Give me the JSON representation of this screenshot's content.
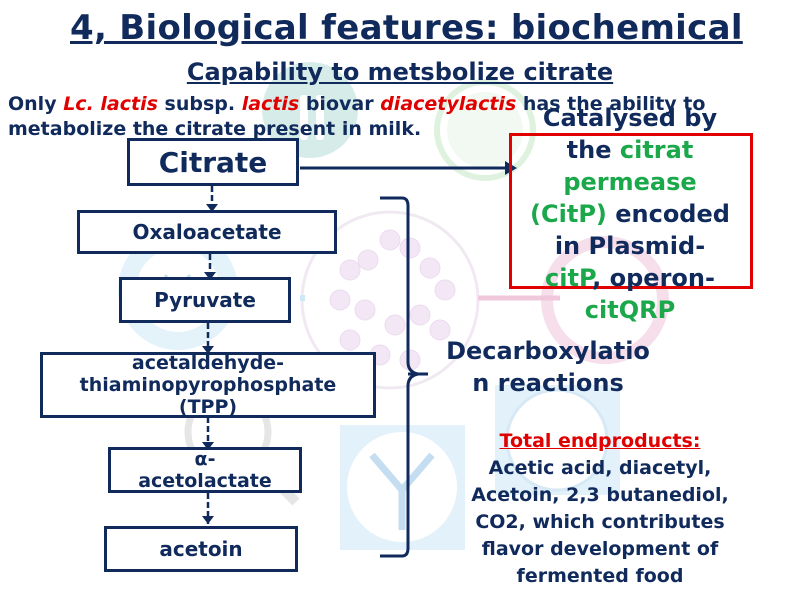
{
  "title": "4, Biological features: biochemical",
  "subtitle": "Capability to metsbolize citrate",
  "intro": {
    "p1": "Only ",
    "p2": "Lc. lactis",
    "p3": " subsp. ",
    "p4": "lactis",
    "p5": " biovar ",
    "p6": "diacetylactis",
    "p7": " has the ability to metabolize the citrate present in milk."
  },
  "pathway": {
    "citrate": "Citrate",
    "oxaloacetate": "Oxaloacetate",
    "pyruvate": "Pyruvate",
    "tpp_line1": "acetaldehyde-",
    "tpp_line2": "thiaminopyrophosphate",
    "tpp_line3": "(TPP)",
    "acetolactate_line1": "α-",
    "acetolactate_line2": "acetolactate",
    "acetoin": "acetoin"
  },
  "catalysed": {
    "t1": "Catalysed by",
    "t2": "the ",
    "t3": "citrat",
    "t4": "permease",
    "t5": "(CitP)",
    "t6": " encoded",
    "t7": "in Plasmid-",
    "t8": "citP",
    "t9": ", operon-",
    "t10": "citQRP"
  },
  "decarboxylation": {
    "line1": "Decarboxylatio",
    "line2": "n reactions"
  },
  "endproducts": {
    "heading": "Total endproducts: ",
    "l1": "Acetic acid, diacetyl,",
    "l2": "Acetoin, 2,3 butanediol,",
    "l3": "CO2, which contributes",
    "l4": "flavor development of",
    "l5": "fermented food"
  },
  "colors": {
    "navy": "#102a5c",
    "red": "#e00000",
    "green": "#1aa84a",
    "teal_decor": "#b6ddd8",
    "blue_decor": "#cfe8f7",
    "pink_decor": "#f0c8dc"
  },
  "icons": [
    "bacteria-circle-icon",
    "dna-circle-icon",
    "antibody-icon",
    "magnifier-icon",
    "microscope-icon",
    "pink-circle-icon",
    "green-circle-icon"
  ]
}
